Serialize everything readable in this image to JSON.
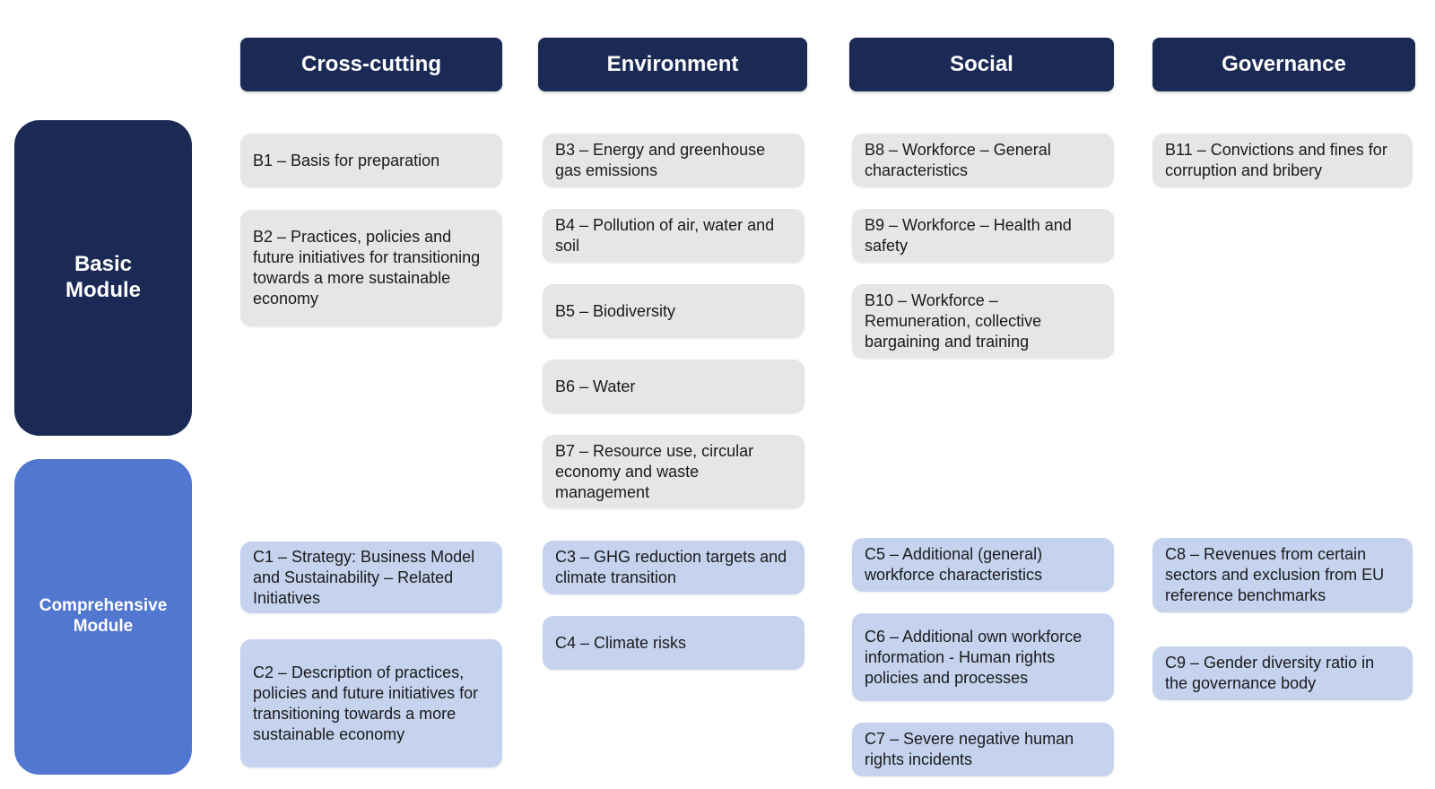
{
  "headers": {
    "cross_cutting": "Cross-cutting",
    "environment": "Environment",
    "social": "Social",
    "governance": "Governance"
  },
  "modules": {
    "basic": "Basic\nModule",
    "comprehensive": "Comprehensive\nModule"
  },
  "basic": {
    "b1": "B1 – Basis for preparation",
    "b2": "B2 – Practices, policies and future initiatives for transitioning towards a more sustainable economy",
    "b3": "B3 – Energy and greenhouse gas emissions",
    "b4": "B4 – Pollution of air, water and soil",
    "b5": "B5 – Biodiversity",
    "b6": "B6 – Water",
    "b7": "B7 – Resource use, circular economy and waste management",
    "b8": "B8 – Workforce – General characteristics",
    "b9": "B9 – Workforce – Health and safety",
    "b10": "B10 – Workforce – Remuneration, collective bargaining and training",
    "b11": "B11 – Convictions and fines for corruption and bribery"
  },
  "comprehensive": {
    "c1": "C1 – Strategy: Business Model and Sustainability – Related Initiatives",
    "c2": "C2 – Description of practices, policies and future initiatives for transitioning towards a more sustainable economy",
    "c3": "C3 – GHG reduction targets and climate transition",
    "c4": "C4 – Climate risks",
    "c5": "C5 – Additional (general) workforce characteristics",
    "c6": "C6 – Additional own workforce information - Human rights policies and processes",
    "c7": "C7 – Severe negative human rights incidents",
    "c8": "C8 – Revenues from certain sectors and exclusion from EU reference benchmarks",
    "c9": "C9 – Gender diversity ratio in the governance body"
  },
  "colors": {
    "navy": "#1b2a55",
    "blue": "#5277d0",
    "basic_card": "#e6e6e6",
    "comprehensive_card": "#c5d3ef"
  }
}
